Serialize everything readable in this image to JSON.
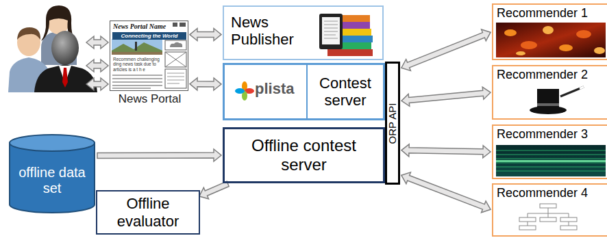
{
  "diagram": {
    "nodes": [
      {
        "text": [
          "News Portal Name",
          "Connecting the World",
          "Recommen challenging ding news task due to articles is a t h e",
          "News Portal"
        ]
      },
      {
        "text": [
          "News Publisher"
        ]
      },
      {
        "text": [
          "plista"
        ]
      },
      {
        "text": [
          "Contest server"
        ],
        "in": 2
      },
      {
        "text": [
          "ORP API"
        ]
      },
      {
        "text": [
          "Offline contest server"
        ]
      },
      {
        "text": [
          "offline data set"
        ]
      },
      {
        "text": [
          "Offline evaluator"
        ]
      },
      {
        "text": [
          "Recommender 1"
        ]
      },
      {
        "text": [
          "Recommender 2"
        ]
      },
      {
        "text": [
          "Recommender 3"
        ]
      },
      {
        "text": [
          "Recommender 4"
        ]
      }
    ],
    "edges": [
      {
        "from": 0,
        "to": 1,
        "arrow": "both"
      },
      {
        "from": 0,
        "to": 2,
        "arrow": "both"
      },
      {
        "from": 4,
        "to": 8,
        "arrow": "both"
      },
      {
        "from": 4,
        "to": 9,
        "arrow": "both"
      },
      {
        "from": 4,
        "to": 10,
        "arrow": "both"
      },
      {
        "from": 4,
        "to": 11,
        "arrow": "both"
      },
      {
        "from": 6,
        "to": 5,
        "arrow": "to"
      },
      {
        "from": 5,
        "to": 7,
        "arrow": "to"
      }
    ]
  }
}
